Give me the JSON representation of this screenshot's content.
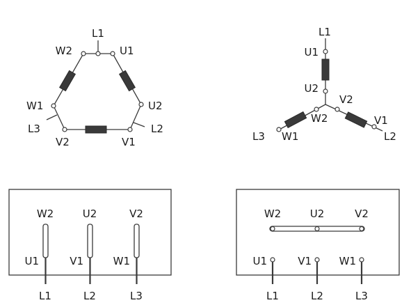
{
  "delta": {
    "L1": "L1",
    "L2": "L2",
    "L3": "L3",
    "U1": "U1",
    "U2": "U2",
    "V1": "V1",
    "V2": "V2",
    "W1": "W1",
    "W2": "W2"
  },
  "star": {
    "L1": "L1",
    "L2": "L2",
    "L3": "L3",
    "U1": "U1",
    "U2": "U2",
    "V1": "V1",
    "V2": "V2",
    "W1": "W1",
    "W2": "W2"
  },
  "delta_terminal_box": {
    "top_row": [
      "W2",
      "U2",
      "V2"
    ],
    "bottom_row": [
      "U1",
      "V1",
      "W1"
    ],
    "lines": [
      "L1",
      "L2",
      "L3"
    ]
  },
  "star_terminal_box": {
    "top_row": [
      "W2",
      "U2",
      "V2"
    ],
    "bottom_row": [
      "U1",
      "V1",
      "W1"
    ],
    "lines": [
      "L1",
      "L2",
      "L3"
    ]
  }
}
